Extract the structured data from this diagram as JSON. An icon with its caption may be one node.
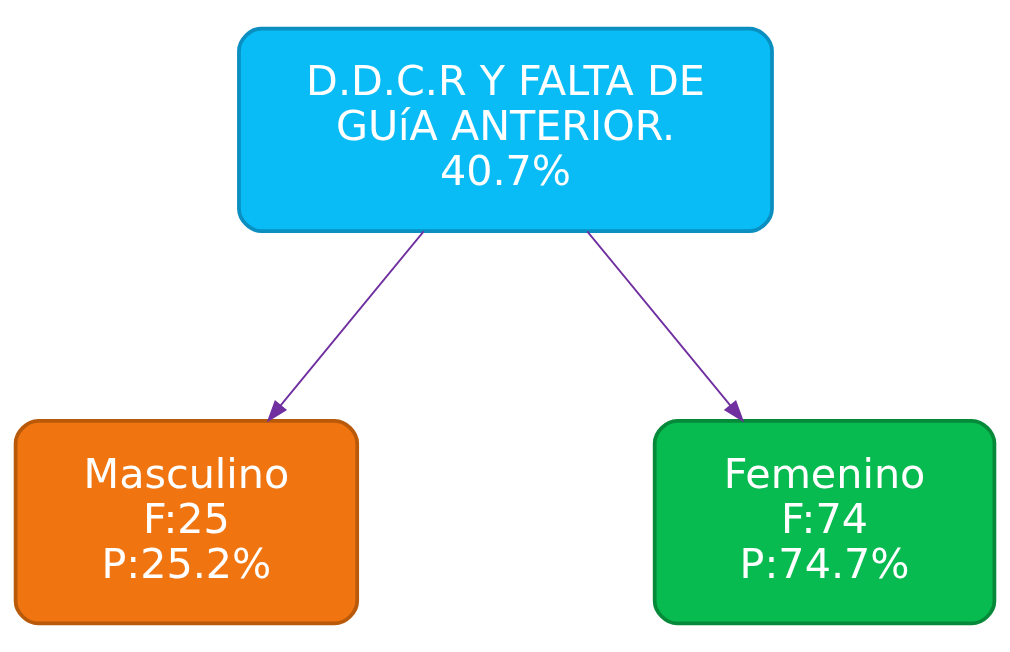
{
  "diagram": {
    "nodes": [
      {
        "text": [
          "D.D.C.R Y FALTA DE GUíA ANTERIOR.",
          "40.7%"
        ]
      },
      {
        "text": [
          "Masculino",
          "F:25",
          "P:25.2%"
        ]
      },
      {
        "text": [
          "Femenino",
          "F:74",
          "P:74.7%"
        ]
      }
    ],
    "edges": [
      {
        "from": 0,
        "to": 1,
        "arrow": "to"
      },
      {
        "from": 0,
        "to": 2,
        "arrow": "to"
      }
    ]
  }
}
